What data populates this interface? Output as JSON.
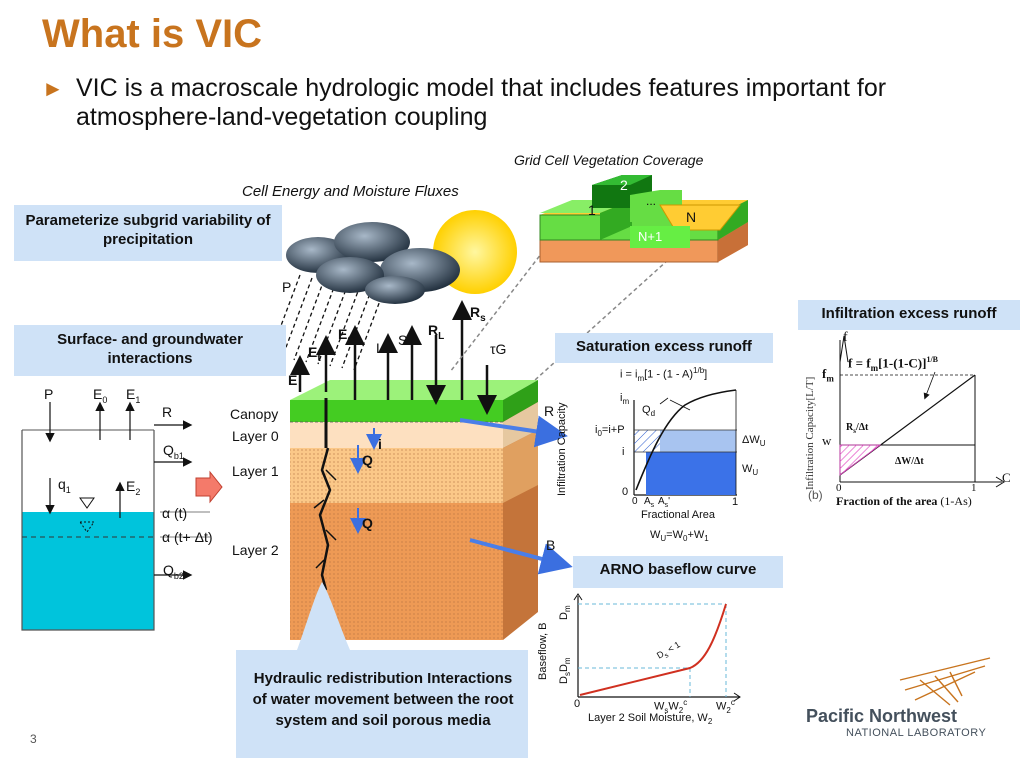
{
  "slide": {
    "title": "What is VIC",
    "bullet": "VIC is a macroscale hydrologic model that includes features important for atmosphere-land-vegetation coupling",
    "page_number": "3"
  },
  "callouts": {
    "precip": "Parameterize subgrid variability of precipitation",
    "groundwater": "Surface- and groundwater interactions",
    "infiltration": "Infiltration excess runoff",
    "saturation": "Saturation excess runoff",
    "baseflow": "ARNO baseflow  curve",
    "hydraulic": "Hydraulic redistribution Interactions of water movement between the root system and soil porous media"
  },
  "main_diagram": {
    "cell_title": "Cell Energy and Moisture Fluxes",
    "veg_title": "Grid Cell Vegetation Coverage",
    "tiles": [
      "1",
      "2",
      "...",
      "N",
      "N+1"
    ],
    "fluxes": {
      "P": "P",
      "Ec": "E",
      "Ec_sub": "C",
      "Et": "E",
      "Et_sub": "t",
      "Eb": "E",
      "L": "L",
      "S": "S",
      "RL": "R",
      "RL_sub": "L",
      "Rs": "R",
      "Rs_sub": "s",
      "G": "τG"
    },
    "layers": [
      "Canopy",
      "Layer 0",
      "Layer 1",
      "Layer 2"
    ],
    "flow_labels": {
      "i": "i",
      "Q1": "Q",
      "Q2": "Q",
      "R": "R",
      "B": "B"
    }
  },
  "tank": {
    "labels": {
      "P": "P",
      "E0": "E",
      "E0_sub": "0",
      "E1": "E",
      "E1_sub": "1",
      "E2": "E",
      "E2_sub": "2",
      "R": "R",
      "Qb1": "Q",
      "Qb1_sub": "b1",
      "Qb2": "Q",
      "Qb2_sub": "b2",
      "q1": "q",
      "q1_sub": "1",
      "alpha_t": "α (t)",
      "alpha_tdt": "α (t+ Δt)"
    }
  },
  "saturation_chart": {
    "equation": "i = i",
    "equation_tail": "[1 - (1 - A)",
    "eq_exp": "1/b",
    "ylabel": "Infiltration Capacity",
    "xlabel": "Fractional Area",
    "labels": {
      "im": "i",
      "im_sub": "m",
      "Qd": "Q",
      "Qd_sub": "d",
      "i0": "i",
      "i0_tail": "=i+P",
      "i": "i",
      "zero": "0",
      "As": "A",
      "As_sub": "s",
      "As2": "A",
      "As2_sub": "s",
      "one": "1",
      "dWu": "ΔW",
      "dWu_sub": "U",
      "Wu": "W",
      "Wu_sub": "U"
    },
    "footer": "W",
    "footer_tail": "=W",
    "footer_end": "+W"
  },
  "infiltration_chart": {
    "equation": "f = f",
    "equation_tail": "[1-(1-C)]",
    "eq_exp": "1/B",
    "ylabel": "Infiltration Capacity[L/T]",
    "xlabel": "Fraction of the area",
    "xlabel_tail": "(1-As)",
    "labels": {
      "f": "f",
      "fm": "f",
      "fm_sub": "m",
      "w": "w",
      "rs": "R",
      "rs_tail": "/Δt",
      "dw": "ΔW/Δt",
      "zero": "0",
      "one": "1",
      "c": "C",
      "b": "(b)"
    }
  },
  "baseflow_chart": {
    "ylabel": "Baseflow, B",
    "xlabel": "Layer 2 Soil Moisture, W",
    "xlabel_sub": "2",
    "labels": {
      "dm": "D",
      "dm_sub": "m",
      "dsdm": "D",
      "dsdm_tail": "D",
      "zero": "0",
      "ws": "W",
      "ws_tail": "W",
      "w2c": "W",
      "w2c_sub": "2",
      "slope": "D"
    }
  },
  "logo": {
    "name": "Pacific Northwest",
    "sub": "NATIONAL LABORATORY"
  },
  "colors": {
    "title": "#c8741e",
    "callout_bg": "#cfe2f7",
    "grass": "#44cc22",
    "water": "#00c0d8",
    "soil_light": "#f9c487",
    "soil_dark": "#ee9a55",
    "flow_arrow": "#3b6fe0",
    "baseflow_curve": "#d03020"
  }
}
